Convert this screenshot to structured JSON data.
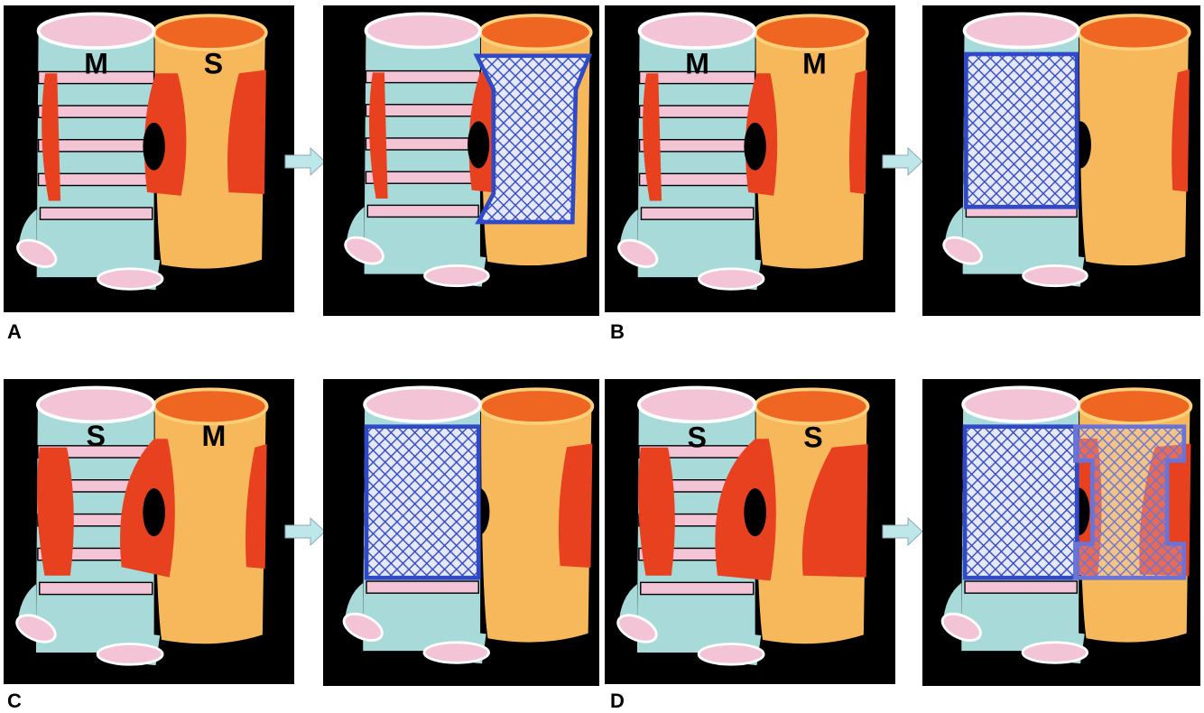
{
  "panel_letters": [
    "A",
    "B",
    "C",
    "D"
  ],
  "groups": [
    {
      "letter": "A",
      "left_tube_label": "M",
      "right_tube_label": "S",
      "mesh": "right-partial"
    },
    {
      "letter": "B",
      "left_tube_label": "M",
      "right_tube_label": "M",
      "mesh": "left"
    },
    {
      "letter": "C",
      "left_tube_label": "S",
      "right_tube_label": "M",
      "mesh": "left"
    },
    {
      "letter": "D",
      "left_tube_label": "S",
      "right_tube_label": "S",
      "mesh": "both"
    }
  ],
  "colors": {
    "background": "#000000",
    "trachea": "#a8dada",
    "ring": "#f2c4d6",
    "esophagus": "#f7b85c",
    "esophagus_top": "#ee6622",
    "lesion": "#e8411f",
    "fistula": "#000000",
    "mesh": "#2f49c7",
    "arrow": "#bfe6e8"
  }
}
